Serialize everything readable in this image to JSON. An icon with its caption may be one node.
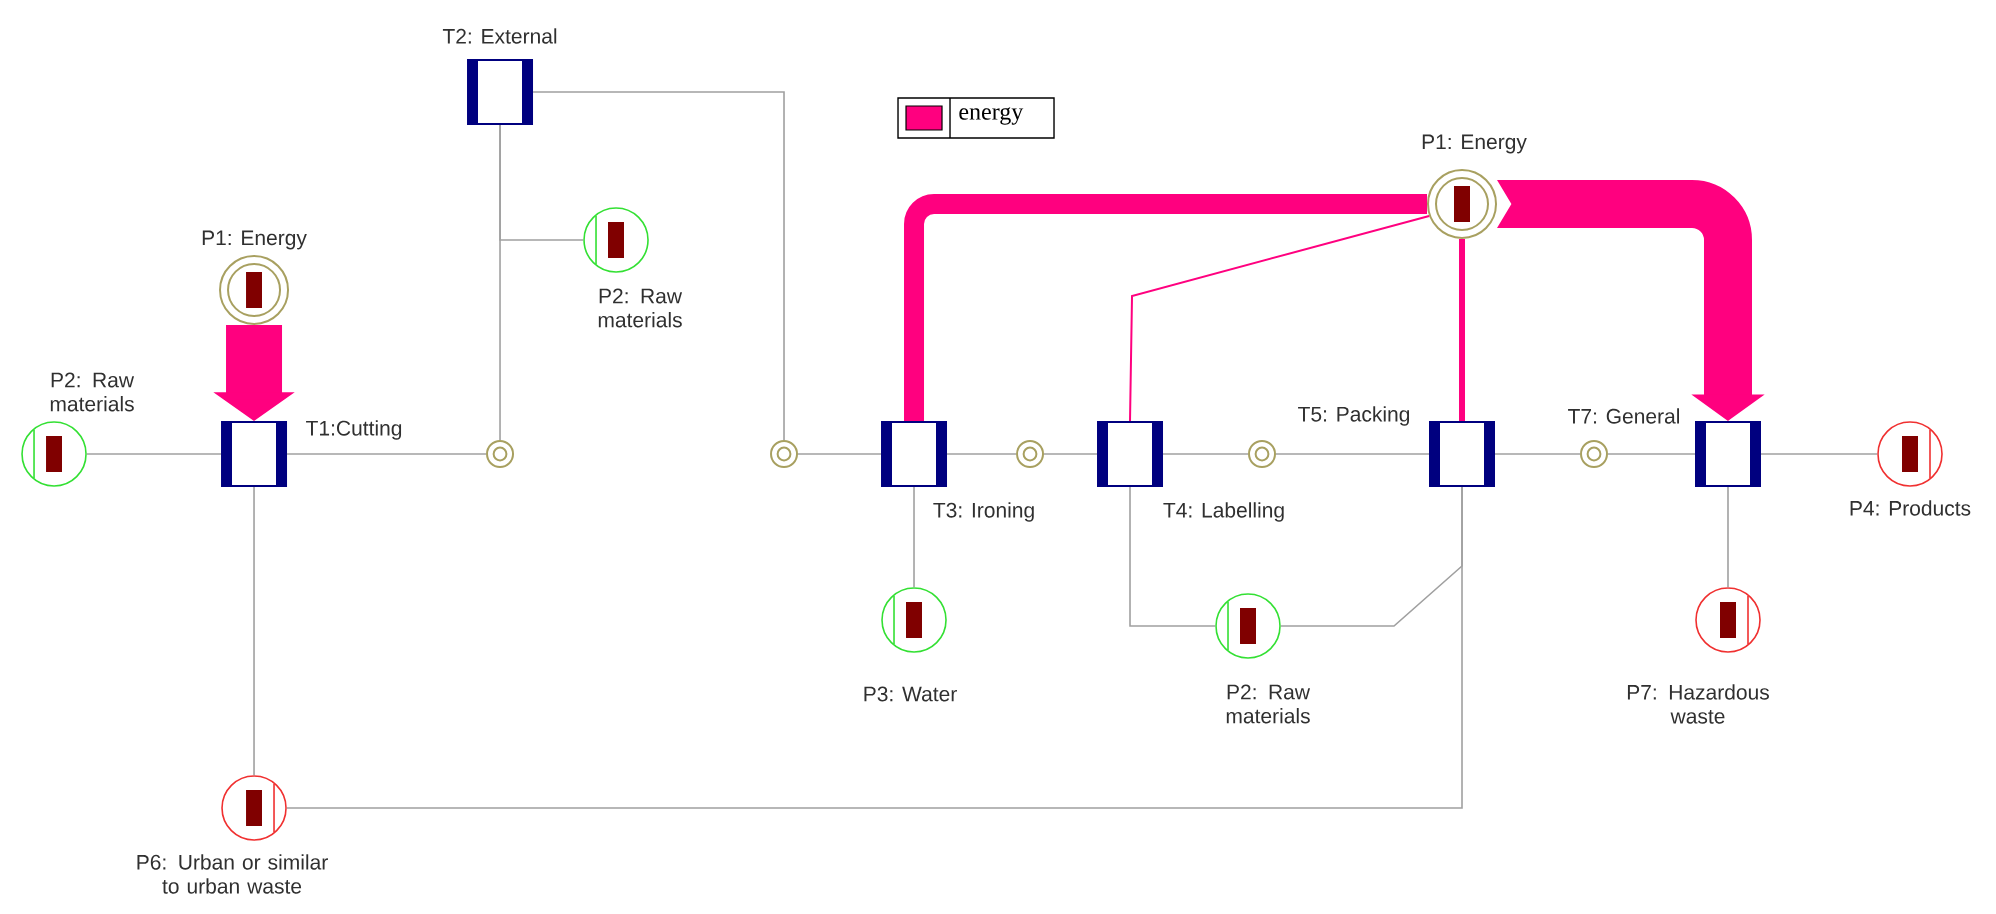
{
  "diagram": {
    "nodes": [
      {
        "text": [
          "T2: External"
        ]
      },
      {
        "text": [
          "P1: Energy"
        ]
      },
      {
        "text": [
          "P2: Raw materials"
        ]
      },
      {
        "text": [
          "P2: Raw materials"
        ]
      },
      {
        "text": [
          "T1:Cutting"
        ]
      },
      {
        "text": [],
        "shape": "circle"
      },
      {
        "text": [],
        "shape": "circle"
      },
      {
        "text": [
          "T3: Ironing"
        ]
      },
      {
        "text": [],
        "shape": "circle"
      },
      {
        "text": [
          "T4: Labelling"
        ]
      },
      {
        "text": [],
        "shape": "circle"
      },
      {
        "text": [
          "T5: Packing"
        ]
      },
      {
        "text": [],
        "shape": "circle"
      },
      {
        "text": [
          "T7: General"
        ]
      },
      {
        "text": [
          "P4: Products"
        ]
      },
      {
        "text": [
          "P1: Energy"
        ]
      },
      {
        "text": [
          "P3: Water"
        ]
      },
      {
        "text": [
          "P2: Raw materials"
        ]
      },
      {
        "text": [
          "P7: Hazardous waste"
        ]
      },
      {
        "text": [
          "P6: Urban or similar to urban waste"
        ]
      }
    ],
    "edges": [
      {
        "from": 1,
        "to": 4,
        "arrow": "to",
        "style": "thick",
        "color": "#ff007f"
      },
      {
        "from": 3,
        "to": 4,
        "arrow": "none"
      },
      {
        "from": 4,
        "to": 5,
        "arrow": "none"
      },
      {
        "from": 0,
        "to": 5,
        "arrow": "none"
      },
      {
        "from": 2,
        "to": 0,
        "arrow": "none"
      },
      {
        "from": 0,
        "to": 6,
        "arrow": "none"
      },
      {
        "from": 6,
        "to": 7,
        "arrow": "none"
      },
      {
        "from": 7,
        "to": 8,
        "arrow": "none"
      },
      {
        "from": 8,
        "to": 9,
        "arrow": "none"
      },
      {
        "from": 9,
        "to": 10,
        "arrow": "none"
      },
      {
        "from": 10,
        "to": 11,
        "arrow": "none"
      },
      {
        "from": 11,
        "to": 12,
        "arrow": "none"
      },
      {
        "from": 12,
        "to": 13,
        "arrow": "none"
      },
      {
        "from": 13,
        "to": 14,
        "arrow": "none"
      },
      {
        "from": 7,
        "to": 16,
        "arrow": "none"
      },
      {
        "from": 9,
        "to": 17,
        "arrow": "none"
      },
      {
        "from": 17,
        "to": 11,
        "arrow": "none"
      },
      {
        "from": 11,
        "to": 19,
        "arrow": "none"
      },
      {
        "from": 4,
        "to": 19,
        "arrow": "none"
      },
      {
        "from": 13,
        "to": 18,
        "arrow": "none"
      },
      {
        "from": 15,
        "to": 7,
        "arrow": "none",
        "style": "thick",
        "color": "#ff007f"
      },
      {
        "from": 15,
        "to": 9,
        "arrow": "none",
        "color": "#ff007f"
      },
      {
        "from": 15,
        "to": 11,
        "arrow": "none",
        "style": "thick",
        "color": "#ff007f"
      },
      {
        "from": 15,
        "to": 13,
        "arrow": "to",
        "style": "thick",
        "color": "#ff007f"
      }
    ],
    "legend": [
      {
        "text": "energy",
        "color": "#ff007f"
      }
    ]
  }
}
